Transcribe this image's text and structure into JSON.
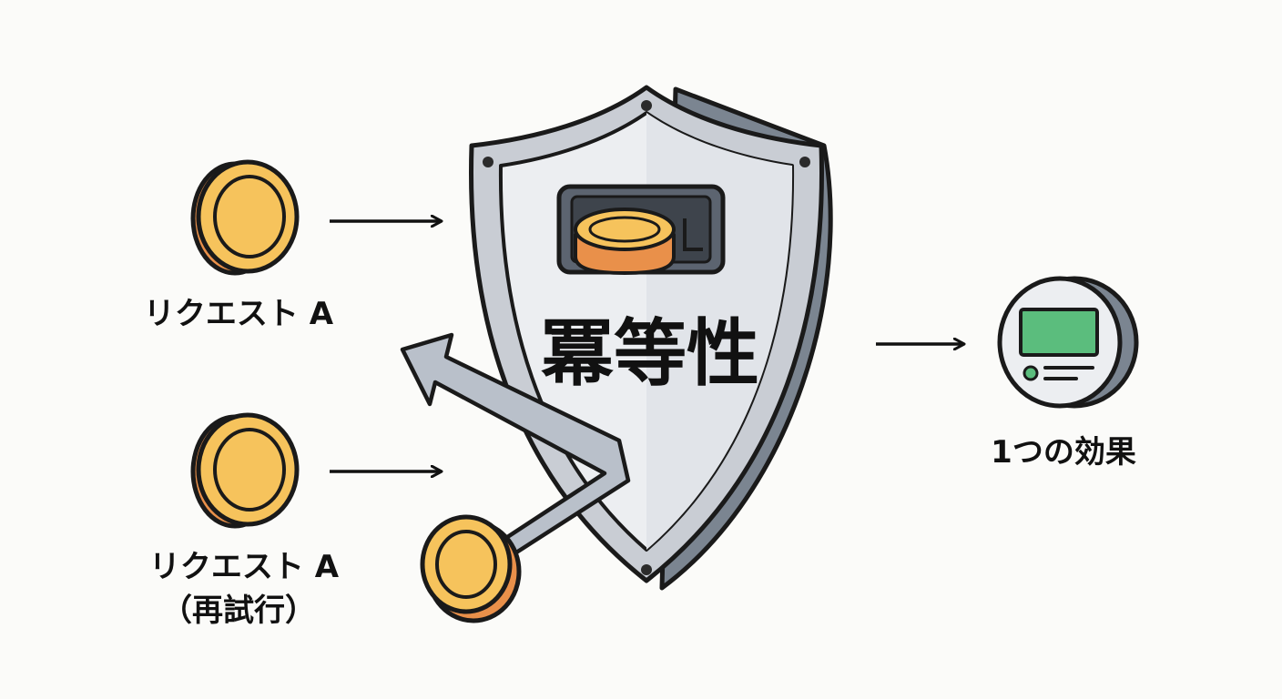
{
  "labels": {
    "request_a": "リクエスト A",
    "request_a_retry_line1": "リクエスト A",
    "request_a_retry_line2": "（再試行）",
    "shield_title": "冪等性",
    "single_effect": "1つの効果"
  },
  "icons": {
    "coin": "coin-icon",
    "shield": "shield-icon",
    "coin_slot": "coin-slot-icon",
    "bounce_arrow": "bounce-arrow-icon",
    "device": "device-icon"
  },
  "colors": {
    "coin_face": "#f6c35c",
    "coin_edge": "#e9904a",
    "shield_light": "#e6e9ee",
    "shield_dark": "#7b8591",
    "device_screen": "#5bbd7d",
    "ink": "#111111"
  }
}
